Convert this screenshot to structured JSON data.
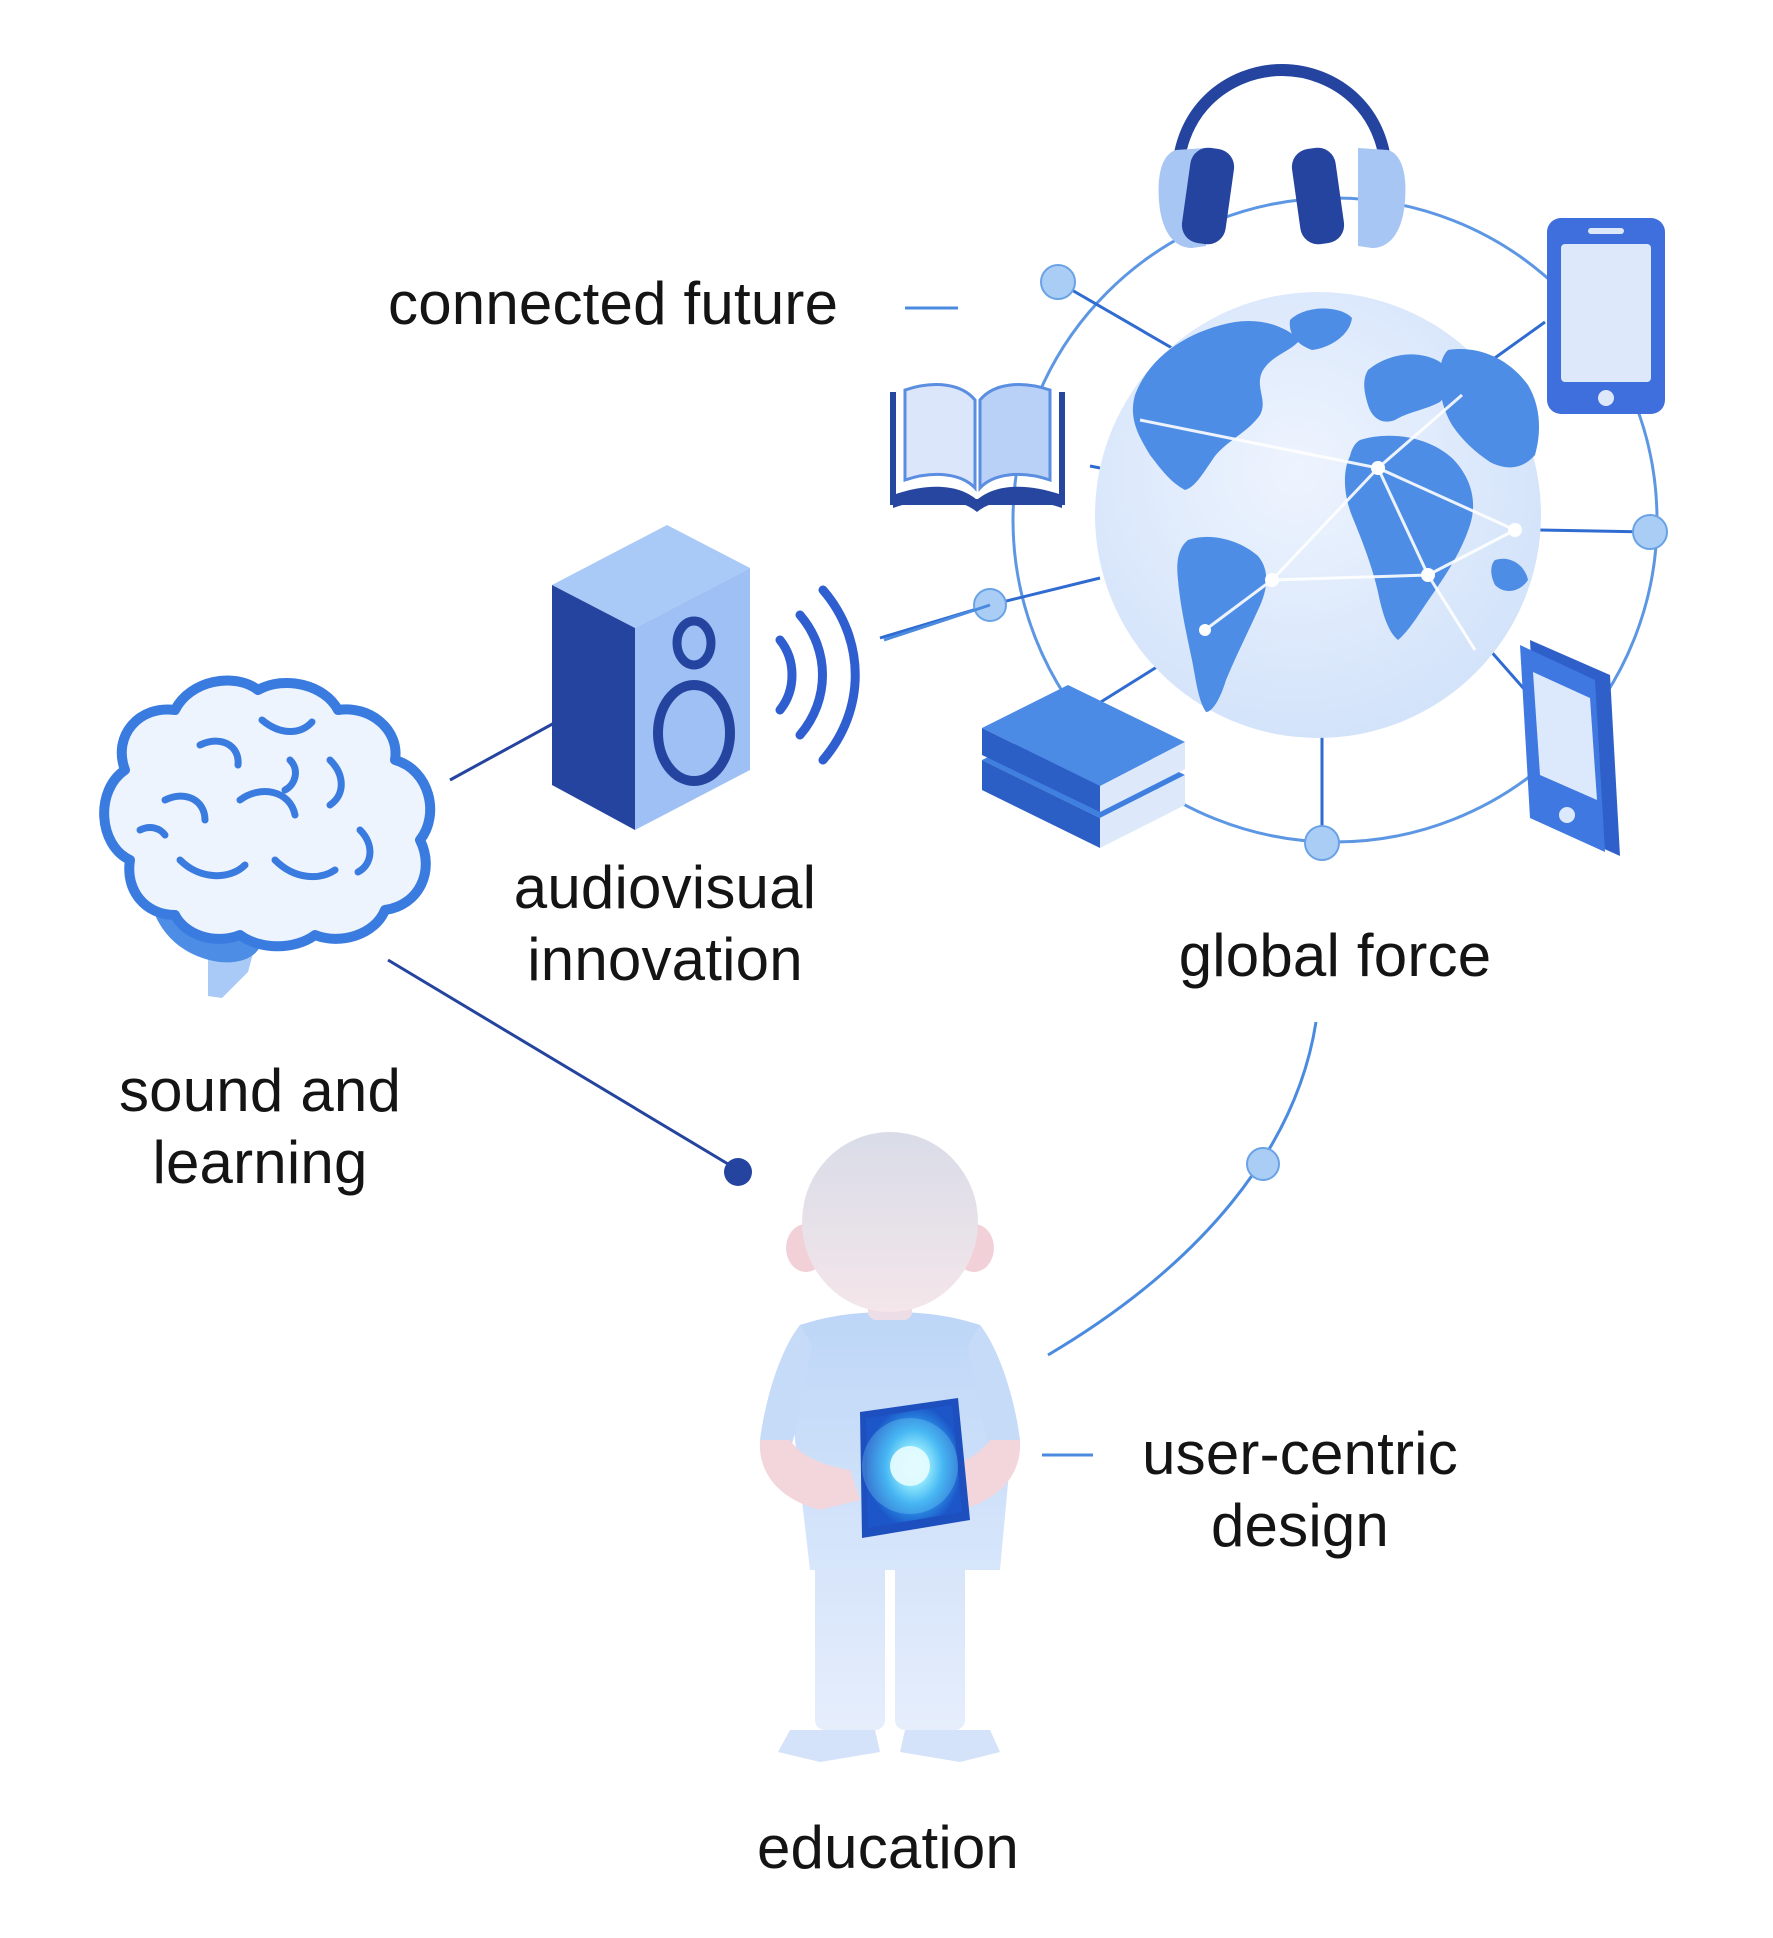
{
  "labels": {
    "connected_future": "connected future",
    "audiovisual_line1": "audiovisual",
    "audiovisual_line2": "innovation",
    "global_force": "global force",
    "sound_line1": "sound and",
    "sound_line2": "learning",
    "user_centric_line1": "user-centric",
    "user_centric_line2": "design",
    "education": "education"
  },
  "icons": [
    "headphones-icon",
    "smartphone-icon",
    "open-book-icon",
    "globe-icon",
    "speaker-icon",
    "sound-waves-icon",
    "stacked-books-icon",
    "tablet-phone-icon",
    "brain-icon",
    "child-figure-icon",
    "glowing-tablet-icon"
  ],
  "colors": {
    "dark_blue": "#1f3f94",
    "mid_blue": "#3f7fe0",
    "light_blue": "#a9c9f6",
    "pale_blue": "#dce9fb",
    "line_blue": "#4a8be0",
    "text": "#141414"
  }
}
